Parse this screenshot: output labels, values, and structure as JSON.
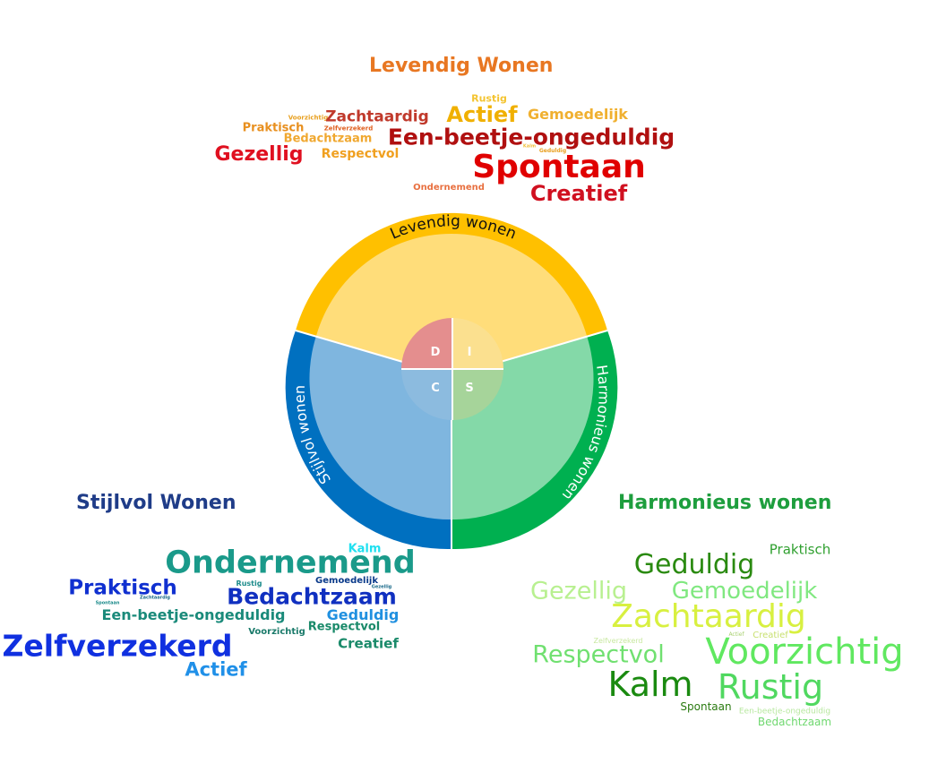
{
  "headings": {
    "top": "Levendig Wonen",
    "left": "Stijlvol Wonen",
    "right": "Harmonieus wonen"
  },
  "wheel": {
    "ring_top": "Levendig wonen",
    "ring_right": "Harmonieus wonen",
    "ring_left": "Stijlvol wonen",
    "q_d": "D",
    "q_i": "I",
    "q_c": "C",
    "q_s": "S"
  },
  "colors": {
    "top_heading": "#E87722",
    "left_heading": "#1F3C88",
    "right_heading": "#1E9E3E",
    "ring_top": "#FFC000",
    "ring_right": "#00B050",
    "ring_left": "#0070C0",
    "inner_top": "#FFDD7A",
    "inner_right": "#84D9A8",
    "inner_left": "#7FB6DF",
    "q_d": "#E48E8E",
    "q_i": "#FBE08F",
    "q_c": "#8CBBDF",
    "q_s": "#A6D49A"
  },
  "cloud_top": [
    {
      "t": "Rustig",
      "c": "#F4C430"
    },
    {
      "t": "Voorzichtig",
      "c": "#E8A020"
    },
    {
      "t": "Zachtaardig",
      "c": "#C0392B"
    },
    {
      "t": "Actief",
      "c": "#F0B000"
    },
    {
      "t": "Gemoedelijk",
      "c": "#F0B030"
    },
    {
      "t": "Praktisch",
      "c": "#E89020"
    },
    {
      "t": "Zelfverzekerd",
      "c": "#E06020"
    },
    {
      "t": "Geduldig",
      "c": "#E8A020"
    },
    {
      "t": "Bedachtzaam",
      "c": "#F0A830"
    },
    {
      "t": "Een-beetje-ongeduldig",
      "c": "#B01010"
    },
    {
      "t": "Gezellig",
      "c": "#E01020"
    },
    {
      "t": "Respectvol",
      "c": "#F0A020"
    },
    {
      "t": "Kalm",
      "c": "#F0C040"
    },
    {
      "t": "Spontaan",
      "c": "#E00000"
    },
    {
      "t": "Ondernemend",
      "c": "#E87040"
    },
    {
      "t": "Creatief",
      "c": "#D01020"
    }
  ],
  "cloud_left": [
    {
      "t": "Kalm",
      "c": "#20E0F0"
    },
    {
      "t": "Ondernemend",
      "c": "#1A9A8A"
    },
    {
      "t": "Praktisch",
      "c": "#1030D0"
    },
    {
      "t": "Rustig",
      "c": "#1A8A8A"
    },
    {
      "t": "Gemoedelijk",
      "c": "#0A3A8A"
    },
    {
      "t": "Bedachtzaam",
      "c": "#1030C0"
    },
    {
      "t": "Spontaan",
      "c": "#1A8A8A"
    },
    {
      "t": "Zachtaardig",
      "c": "#1A6A8A"
    },
    {
      "t": "Gezellig",
      "c": "#1A6A8A"
    },
    {
      "t": "Een-beetje-ongeduldig",
      "c": "#1A8A7A"
    },
    {
      "t": "Geduldig",
      "c": "#2090E0"
    },
    {
      "t": "Respectvol",
      "c": "#1A8A6A"
    },
    {
      "t": "Voorzichtig",
      "c": "#1A7A6A"
    },
    {
      "t": "Zelfverzekerd",
      "c": "#1030E0"
    },
    {
      "t": "Creatief",
      "c": "#1A8A6A"
    },
    {
      "t": "Actief",
      "c": "#2090E8"
    }
  ],
  "cloud_right": [
    {
      "t": "Praktisch",
      "c": "#30A030"
    },
    {
      "t": "Geduldig",
      "c": "#2A8A10"
    },
    {
      "t": "Gezellig",
      "c": "#B8F090"
    },
    {
      "t": "Gemoedelijk",
      "c": "#80E880"
    },
    {
      "t": "Zachtaardig",
      "c": "#D8F040"
    },
    {
      "t": "Zelfverzekerd",
      "c": "#C8E8A0"
    },
    {
      "t": "Respectvol",
      "c": "#70E070"
    },
    {
      "t": "Voorzichtig",
      "c": "#60E860"
    },
    {
      "t": "Kalm",
      "c": "#1A8A10"
    },
    {
      "t": "Rustig",
      "c": "#50D860"
    },
    {
      "t": "Actief",
      "c": "#A8D070"
    },
    {
      "t": "Creatief",
      "c": "#C8E070"
    },
    {
      "t": "Spontaan",
      "c": "#2A7A10"
    },
    {
      "t": "Een-beetje-ongeduldig",
      "c": "#B8E8A0"
    },
    {
      "t": "Bedachtzaam",
      "c": "#70D870"
    }
  ]
}
